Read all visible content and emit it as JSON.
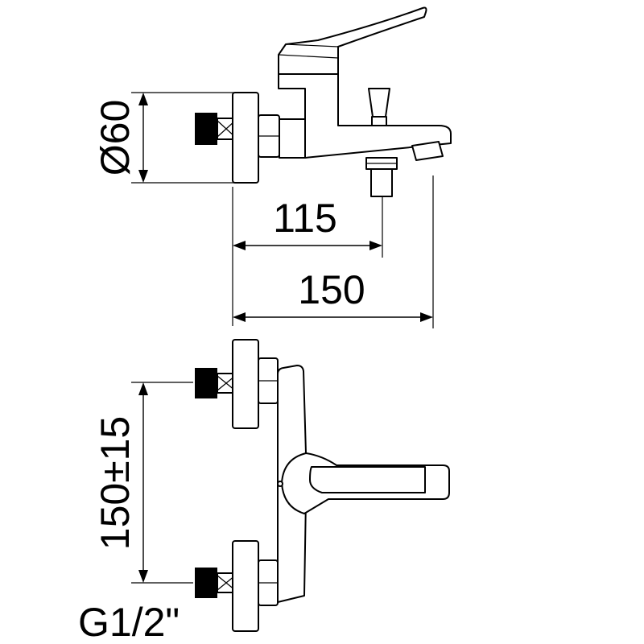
{
  "dimensions": {
    "diameter": "Ø60",
    "handle_reach": "115",
    "spout_reach": "150",
    "inlet_spacing": "150±15",
    "thread": "G1/2\""
  },
  "colors": {
    "line": "#000000",
    "background": "#ffffff"
  }
}
